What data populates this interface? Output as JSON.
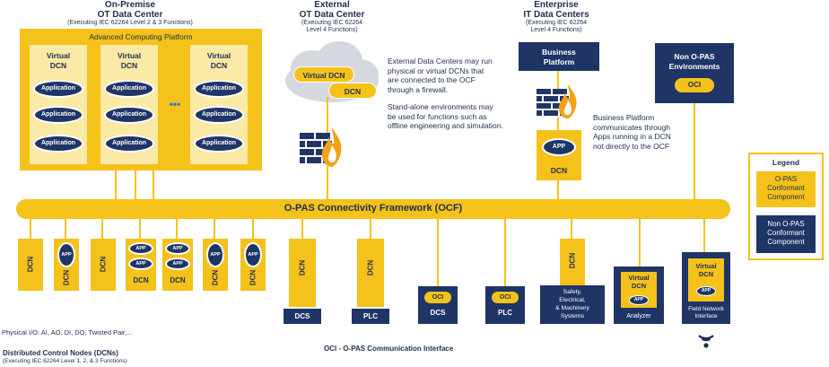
{
  "onprem": {
    "title1": "On-Premise",
    "title2": "OT Data Center",
    "subtitle": "(Executing IEC 62264 Level 2 & 3 Functions)",
    "platform_label": "Advanced Computing Platform",
    "dcn_label1": "Virtual",
    "dcn_label2": "DCN",
    "app_label": "Application",
    "dots": "•••"
  },
  "external": {
    "title1": "External",
    "title2": "OT Data Center",
    "subtitle1": "(Executing IEC 62264",
    "subtitle2": "Level 4 Functions)",
    "virtual_dcn": "Virtual DCN",
    "dcn": "DCN",
    "note1": [
      "External Data Centers may run",
      "physical or virtual DCNs that",
      "are connected to the OCF",
      "through a firewall."
    ],
    "note2": [
      "Stand-alone environments may",
      "be used for functions such as",
      "offline engineering and simulation."
    ]
  },
  "enterprise": {
    "title1": "Enterprise",
    "title2": "IT Data Centers",
    "subtitle1": "(Executing IEC 62264",
    "subtitle2": "Level 4 Functions)",
    "business1": "Business",
    "business2": "Platform",
    "app": "APP",
    "dcn": "DCN",
    "note": [
      "Business Platform",
      "communicates through",
      "Apps running in a DCN",
      "not directly to the OCF"
    ]
  },
  "nonopas": {
    "title1": "Non O-PAS",
    "title2": "Environments",
    "oci": "OCI"
  },
  "legend": {
    "title": "Legend",
    "conformant": [
      "O-PAS",
      "Conformant",
      "Component"
    ],
    "nonconformant": [
      "Non O-PAS",
      "Conformant",
      "Component"
    ]
  },
  "ocf_label": "O-PAS Connectivity Framework (OCF)",
  "bottom": {
    "dcn": "DCN",
    "app": "APP",
    "dcs": "DCS",
    "plc": "PLC",
    "oci": "OCI",
    "safety": [
      "Safety,",
      "Electrical,",
      "& Machinery",
      "Systems"
    ],
    "analyzer_top1": "Virtual",
    "analyzer_top2": "DCN",
    "analyzer": "Analyzer",
    "fni_top1": "Virtual",
    "fni_top2": "DCN",
    "fni1": "Field Network",
    "fni2": "Interface",
    "physical_io": "Physical I/O: AI, AO, DI, DO, Twisted Pair,...",
    "dcn_title": "Distributed Control Nodes (DCNs)",
    "dcn_subtitle": "(Executing IEC 62264 Level 1, 2, & 3 Functions)",
    "oci_caption": "OCI - O-PAS Communication Interface"
  },
  "colors": {
    "gold": "#f4c21a",
    "pale_gold": "#fbe9a6",
    "navy": "#1f3566",
    "cloud": "#d6d8e0",
    "flame": "#f4a11a"
  }
}
